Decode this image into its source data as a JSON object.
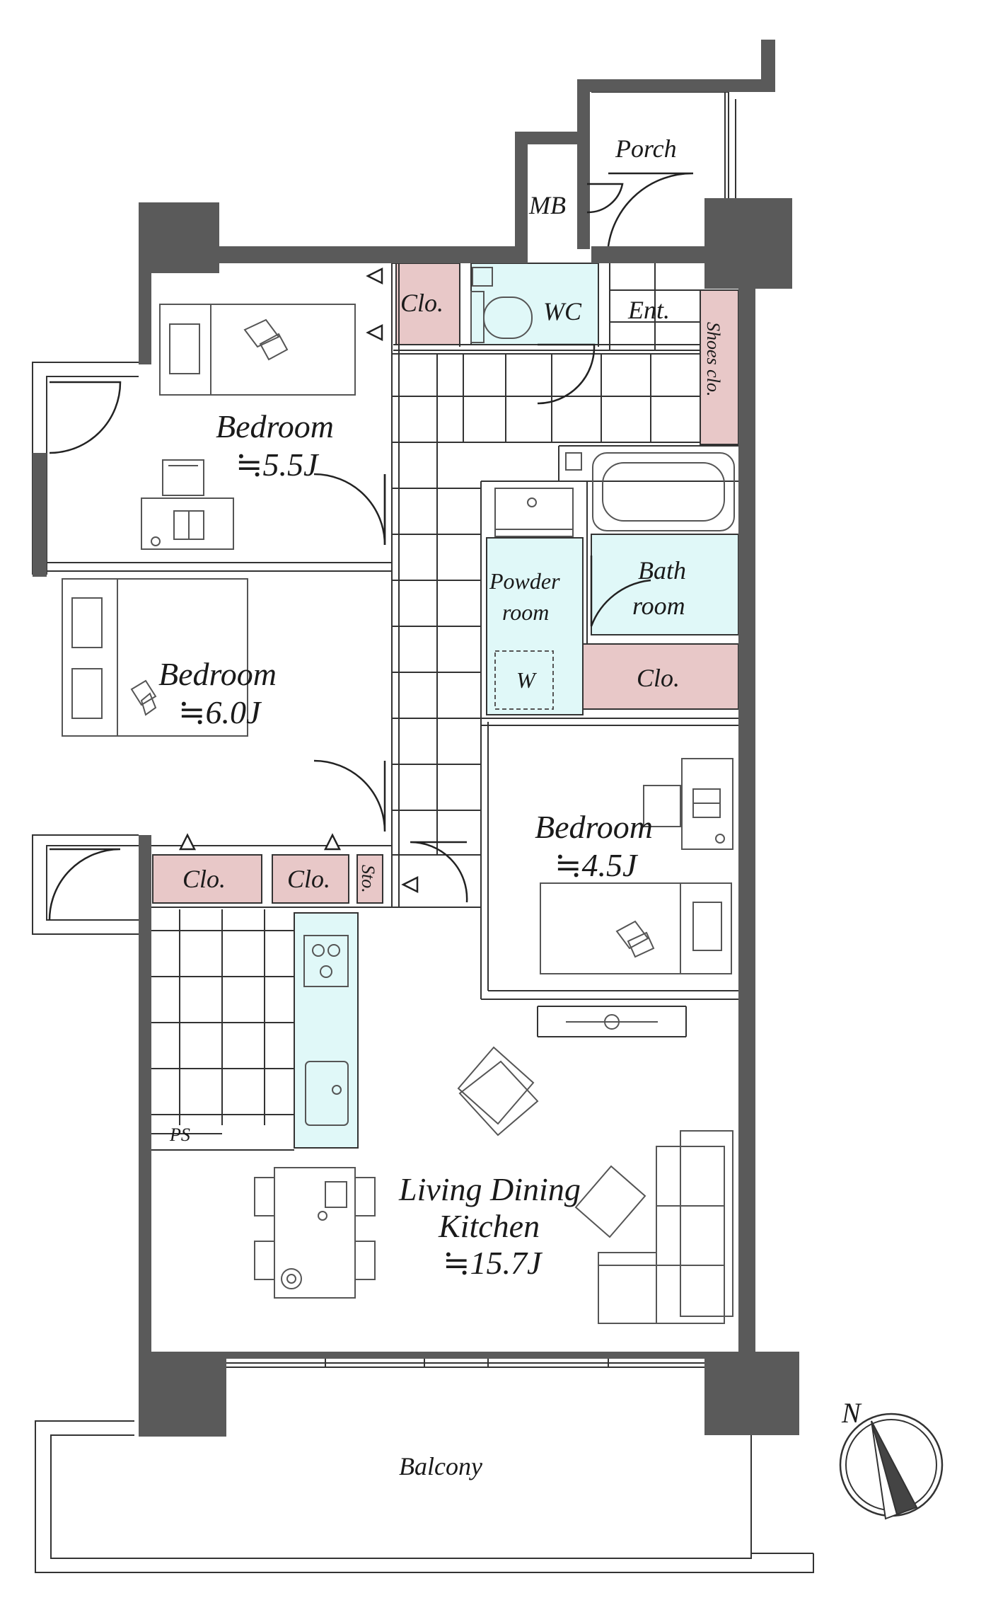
{
  "rooms": {
    "porch": "Porch",
    "mb": "MB",
    "entrance": "Ent.",
    "wc": "WC",
    "shoes_closet": "Shoes clo.",
    "bedroom1_name": "Bedroom",
    "bedroom1_size": "≒5.5J",
    "bedroom2_name": "Bedroom",
    "bedroom2_size": "≒6.0J",
    "bedroom3_name": "Bedroom",
    "bedroom3_size": "≒4.5J",
    "powder_room_line1": "Powder",
    "powder_room_line2": "room",
    "washer": "W",
    "bath_room_line1": "Bath",
    "bath_room_line2": "room",
    "closet_bedroom1": "Clo.",
    "closet_bath": "Clo.",
    "closet_a": "Clo.",
    "closet_b": "Clo.",
    "storage": "Sto.",
    "pipe_space": "PS",
    "ldk_line1": "Living Dining",
    "ldk_line2": "Kitchen",
    "ldk_size": "≒15.7J",
    "balcony": "Balcony"
  },
  "compass": {
    "label": "N"
  },
  "colors": {
    "wall": "#5a5a5a",
    "closet_fill": "#e8c8c8",
    "wet_area_fill": "#e0f8f8",
    "line": "#333333"
  }
}
